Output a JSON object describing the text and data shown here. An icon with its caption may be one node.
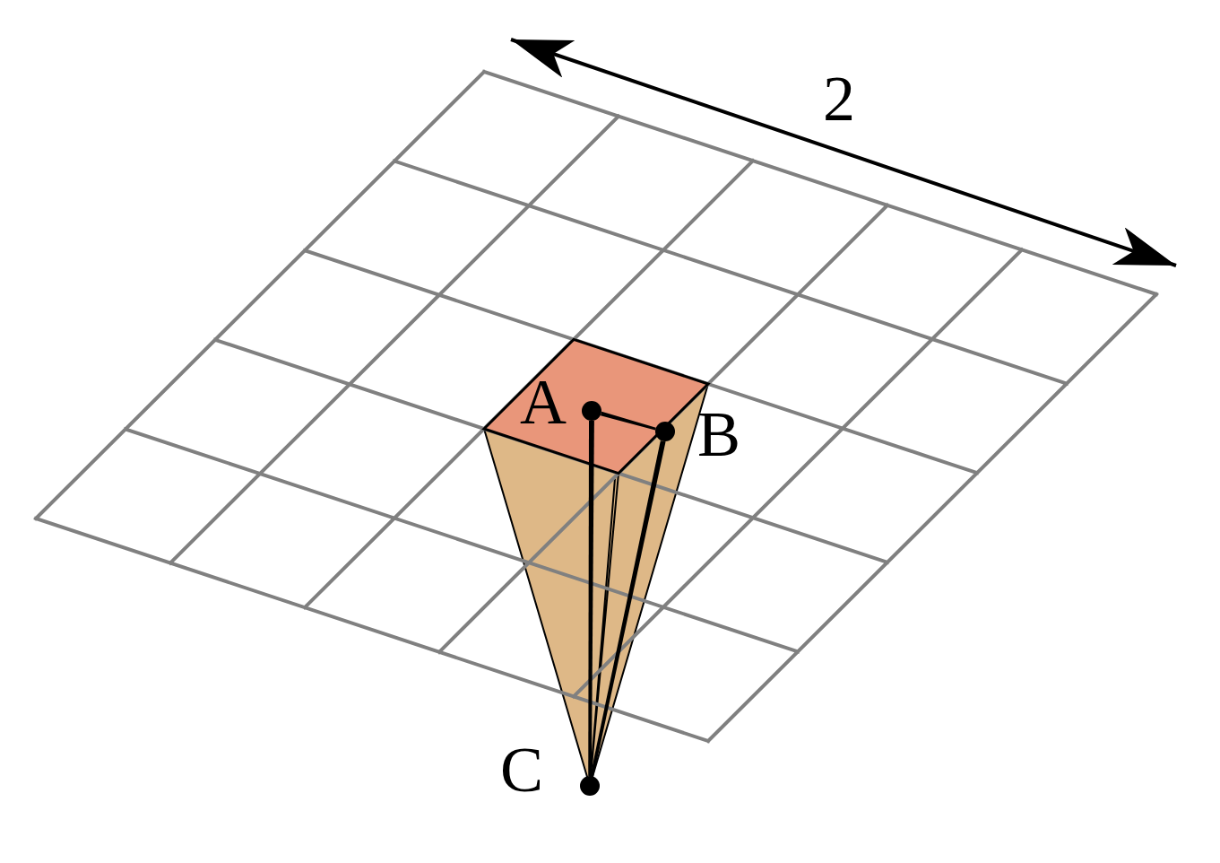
{
  "diagram": {
    "nodes": [
      {
        "text": [],
        "shape": "circle",
        "beside": [
          "A"
        ]
      },
      {
        "text": [],
        "shape": "circle",
        "beside": [
          "B"
        ]
      },
      {
        "text": [],
        "shape": "circle",
        "beside": [
          "C"
        ]
      }
    ],
    "edges": [
      {
        "from": 0,
        "to": 1,
        "arrow": "none"
      },
      {
        "from": 0,
        "to": 2,
        "arrow": "none"
      },
      {
        "from": 1,
        "to": 2,
        "arrow": "none"
      }
    ],
    "labels": [
      "2"
    ]
  }
}
